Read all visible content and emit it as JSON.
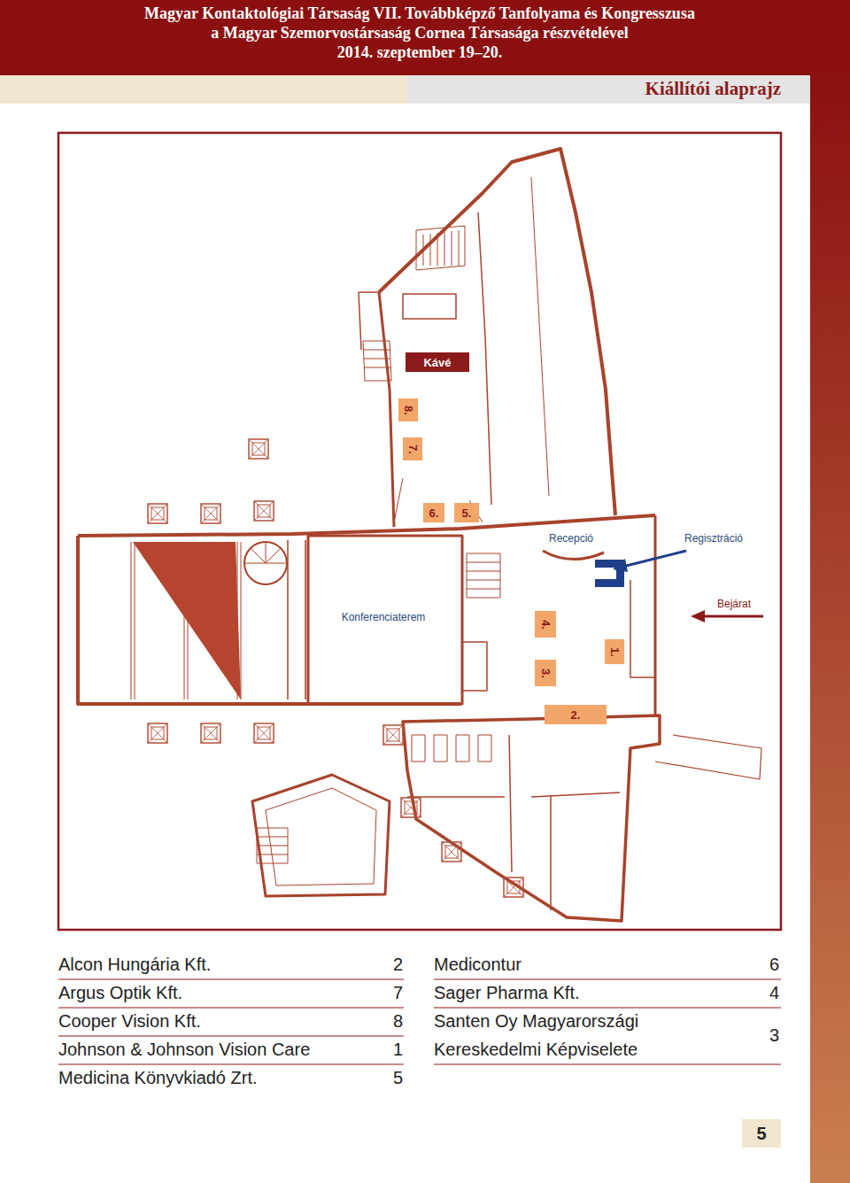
{
  "diagram": {
    "title": "Kiállítói alaprajz",
    "nodes": [
      {
        "text": [
          "Kávé"
        ]
      },
      {
        "text": [
          "8."
        ]
      },
      {
        "text": [
          "7."
        ]
      },
      {
        "text": [
          "6."
        ]
      },
      {
        "text": [
          "5."
        ]
      },
      {
        "text": [
          "4."
        ]
      },
      {
        "text": [
          "3."
        ]
      },
      {
        "text": [
          "1."
        ]
      },
      {
        "text": [
          "2."
        ]
      }
    ],
    "labels": [
      "Magyar Kontaktológiai Társaság VII. Továbbképző Tanfolyama és Kongresszusa",
      "a Magyar Szemorvostársaság Cornea Társasága részvételével",
      "2014. szeptember 19–20.",
      "Recepció",
      "Regisztráció",
      "Bejárat",
      "Konferenciaterem",
      "Alcon Hungária Kft.",
      "2",
      "Argus Optik Kft.",
      "7",
      "Cooper Vision Kft.",
      "8",
      "Johnson & Johnson Vision Care",
      "1",
      "Medicina Könyvkiadó Zrt.",
      "5",
      "Medicontur",
      "6",
      "Sager Pharma Kft.",
      "4",
      "Santen Oy Magyarországi Kereskedelmi Képviselete",
      "3",
      "5"
    ]
  }
}
